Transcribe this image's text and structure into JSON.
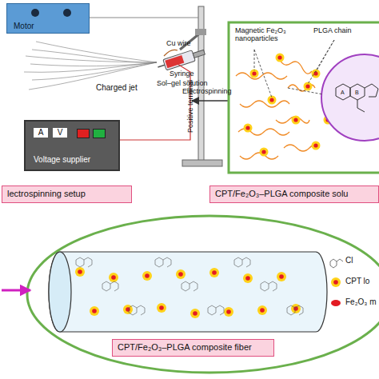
{
  "diagram": {
    "nodes": [
      {
        "text": [
          "Motor"
        ]
      },
      {
        "text": [
          "A",
          "V",
          "Voltage supplier"
        ]
      },
      {
        "text": [
          "lectrospinning setup"
        ]
      },
      {
        "text": [
          "Magnetic Fe₂O₃ nanoparticles",
          "PLGA chain"
        ]
      },
      {
        "text": [
          "CPT/Fe₂O₃–PLGA composite solu"
        ]
      },
      {
        "text": [
          "CPT/Fe₂O₃–PLGA composite fiber"
        ]
      }
    ],
    "labels": [
      "Cu wire",
      "Syringe",
      "Sol–gel solution",
      "Charged jet",
      "Positive terminal",
      "Electrospinning",
      "A",
      "B"
    ],
    "legend": [
      {
        "text": "Cl"
      },
      {
        "text": "CPT lo"
      },
      {
        "text": "Fe₂O₃ m",
        "color": "#e31b23"
      }
    ]
  }
}
